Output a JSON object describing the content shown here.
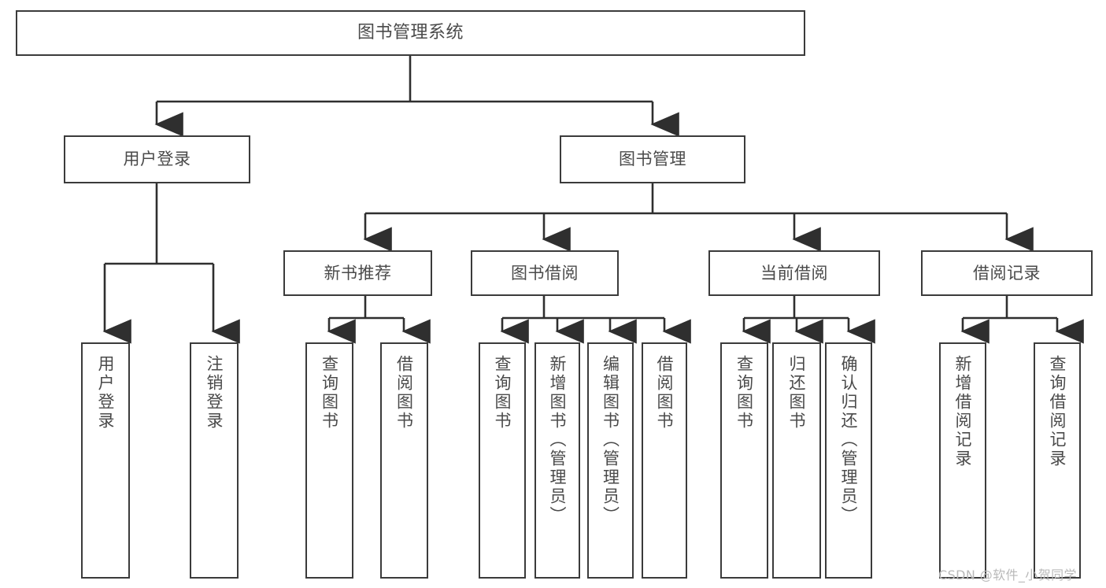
{
  "diagram": {
    "title": "图书管理系统",
    "colors": {
      "box_border": "#3b3b3b",
      "box_fill": "#ffffff",
      "text": "#4a4a4a",
      "connector": "#2f2f2f",
      "watermark": "#b9b9b9",
      "page_background": "#ffffff"
    },
    "root": {
      "id": "root",
      "label": "图书管理系统"
    },
    "level1": [
      {
        "id": "user-login",
        "label": "用户登录"
      },
      {
        "id": "book-management",
        "label": "图书管理"
      }
    ],
    "level2": [
      {
        "id": "new-book-recommend",
        "label": "新书推荐",
        "parent": "book-management"
      },
      {
        "id": "book-borrow",
        "label": "图书借阅",
        "parent": "book-management"
      },
      {
        "id": "current-borrow",
        "label": "当前借阅",
        "parent": "book-management"
      },
      {
        "id": "borrow-record",
        "label": "借阅记录",
        "parent": "book-management"
      }
    ],
    "leaves": [
      {
        "id": "leaf-user-login",
        "label": "用户登录",
        "parent": "user-login"
      },
      {
        "id": "leaf-user-logout",
        "label": "注销登录",
        "parent": "user-login"
      },
      {
        "id": "leaf-query-book-rec",
        "label": "查询图书",
        "parent": "new-book-recommend"
      },
      {
        "id": "leaf-borrow-book-rec",
        "label": "借阅图书",
        "parent": "new-book-recommend"
      },
      {
        "id": "leaf-query-book-borrow",
        "label": "查询图书",
        "parent": "book-borrow"
      },
      {
        "id": "leaf-add-book-admin",
        "label": "新增图书（管理员）",
        "parent": "book-borrow"
      },
      {
        "id": "leaf-edit-book-admin",
        "label": "编辑图书（管理员）",
        "parent": "book-borrow"
      },
      {
        "id": "leaf-borrow-book",
        "label": "借阅图书",
        "parent": "book-borrow"
      },
      {
        "id": "leaf-query-book-current",
        "label": "查询图书",
        "parent": "current-borrow"
      },
      {
        "id": "leaf-return-book",
        "label": "归还图书",
        "parent": "current-borrow"
      },
      {
        "id": "leaf-confirm-return-admin",
        "label": "确认归还（管理员）",
        "parent": "current-borrow"
      },
      {
        "id": "leaf-add-borrow-record",
        "label": "新增借阅记录",
        "parent": "borrow-record"
      },
      {
        "id": "leaf-query-borrow-record",
        "label": "查询借阅记录",
        "parent": "borrow-record"
      }
    ]
  },
  "watermark": {
    "text": "CSDN @软件_小贺同学"
  }
}
